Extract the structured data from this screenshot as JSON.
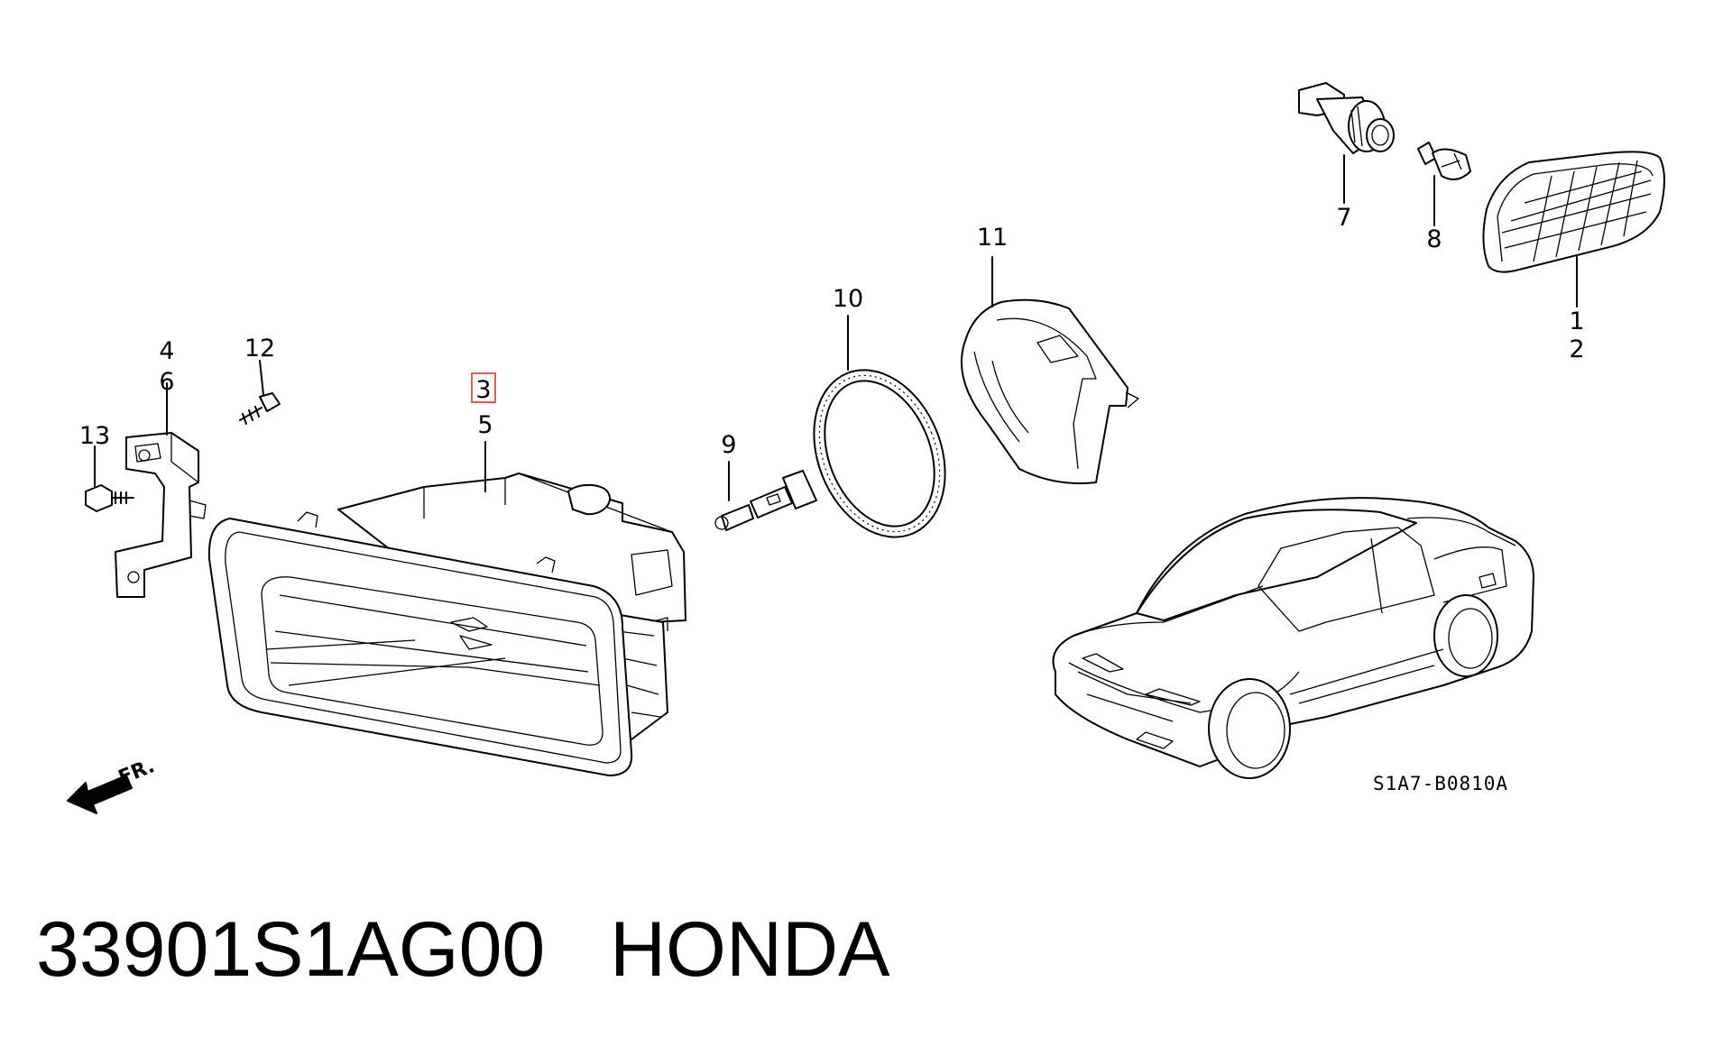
{
  "callouts": [
    "1",
    "2",
    "3",
    "4",
    "5",
    "6",
    "7",
    "8",
    "9",
    "10",
    "11",
    "12",
    "13"
  ],
  "highlighted_callout": "3",
  "direction_label": "FR.",
  "diagram_code": "S1A7-B0810A",
  "caption": {
    "part_number": "33901S1AG00",
    "brand": "HONDA"
  },
  "colors": {
    "highlight_box": "#e0302b",
    "line": "#000000"
  }
}
